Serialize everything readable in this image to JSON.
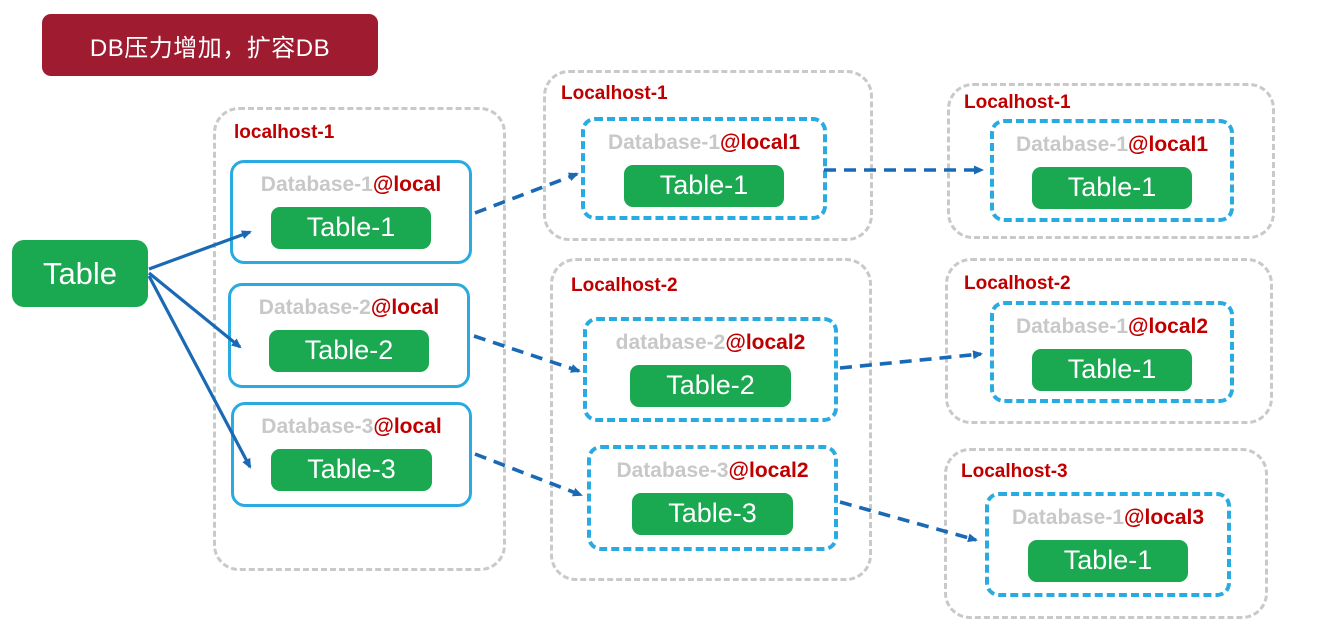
{
  "title": {
    "text": "DB压力增加，扩容DB"
  },
  "colors": {
    "banner-bg": "#9E1B30",
    "green": "#1AA850",
    "red": "#C00000",
    "gray-text": "#C8C8C8",
    "gray-border": "#C9C9C9",
    "blue-border": "#29ABE2",
    "arrow-blue": "#1A69B5"
  },
  "source": {
    "label": "Table"
  },
  "stage1": {
    "host_label": "localhost-1",
    "databases": [
      {
        "name": "Database-1",
        "at": "@local",
        "table": "Table-1"
      },
      {
        "name": "Database-2",
        "at": "@local",
        "table": "Table-2"
      },
      {
        "name": "Database-3",
        "at": "@local",
        "table": "Table-3"
      }
    ]
  },
  "stage2": {
    "hosts": [
      {
        "label": "Localhost-1",
        "databases": [
          {
            "name": "Database-1",
            "at": "@local1",
            "table": "Table-1"
          }
        ]
      },
      {
        "label": "Localhost-2",
        "databases": [
          {
            "name": "database-2",
            "at": "@local2",
            "table": "Table-2"
          },
          {
            "name": "Database-3",
            "at": "@local2",
            "table": "Table-3"
          }
        ]
      }
    ]
  },
  "stage3": {
    "hosts": [
      {
        "label": "Localhost-1",
        "databases": [
          {
            "name": "Database-1",
            "at": "@local1",
            "table": "Table-1"
          }
        ]
      },
      {
        "label": "Localhost-2",
        "databases": [
          {
            "name": "Database-1",
            "at": "@local2",
            "table": "Table-1"
          }
        ]
      },
      {
        "label": "Localhost-3",
        "databases": [
          {
            "name": "Database-1",
            "at": "@local3",
            "table": "Table-1"
          }
        ]
      }
    ]
  }
}
